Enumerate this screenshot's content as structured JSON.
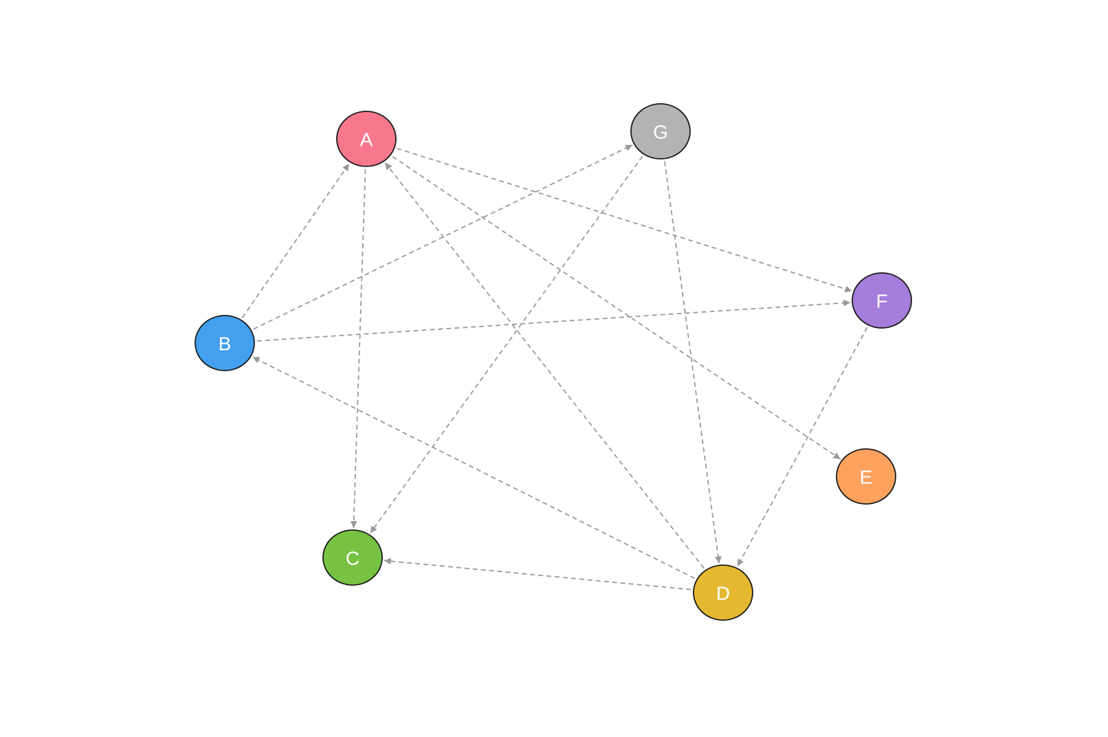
{
  "graph": {
    "nodes": [
      {
        "id": "A",
        "label": "A",
        "color": "#F7788C"
      },
      {
        "id": "B",
        "label": "B",
        "color": "#42A0EE"
      },
      {
        "id": "C",
        "label": "C",
        "color": "#77C242"
      },
      {
        "id": "D",
        "label": "D",
        "color": "#E4B830"
      },
      {
        "id": "E",
        "label": "E",
        "color": "#FDA15E"
      },
      {
        "id": "F",
        "label": "F",
        "color": "#A57DDA"
      },
      {
        "id": "G",
        "label": "G",
        "color": "#B3B3B3"
      }
    ],
    "edges": [
      {
        "from": "B",
        "to": "A"
      },
      {
        "from": "A",
        "to": "C"
      },
      {
        "from": "A",
        "to": "F"
      },
      {
        "from": "A",
        "to": "E"
      },
      {
        "from": "D",
        "to": "A"
      },
      {
        "from": "B",
        "to": "G"
      },
      {
        "from": "B",
        "to": "F"
      },
      {
        "from": "G",
        "to": "C"
      },
      {
        "from": "G",
        "to": "D"
      },
      {
        "from": "D",
        "to": "B"
      },
      {
        "from": "D",
        "to": "C"
      },
      {
        "from": "F",
        "to": "D"
      }
    ],
    "edge_color": "#999999",
    "edge_style": "dashed",
    "directed": true
  }
}
